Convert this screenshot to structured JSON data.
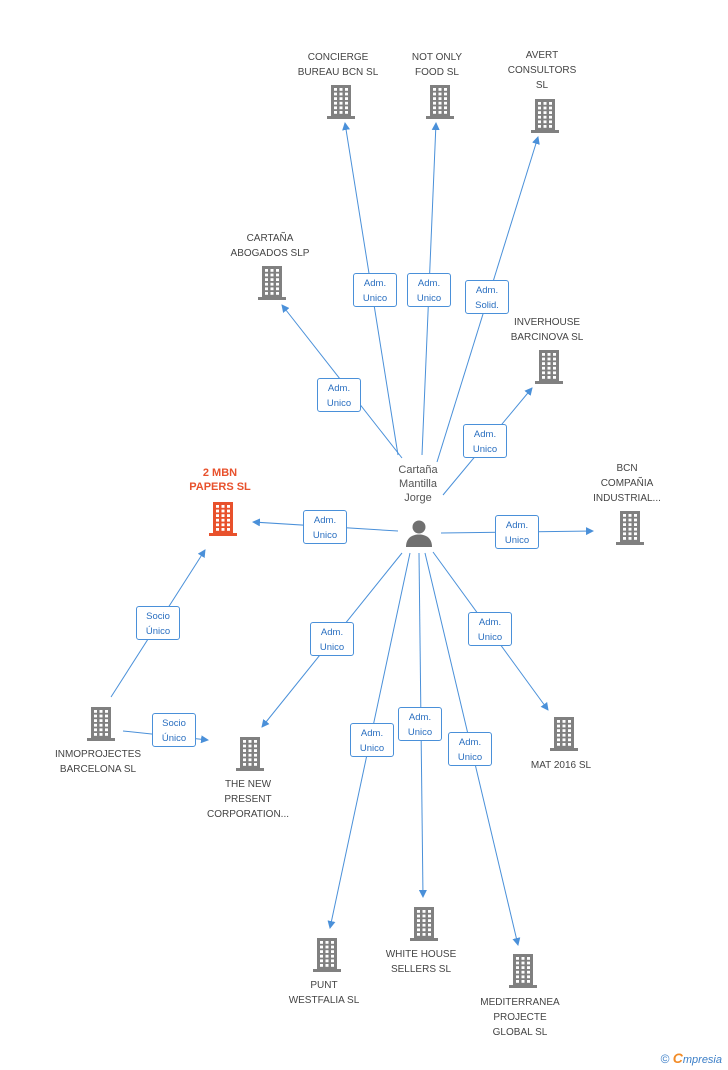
{
  "colors": {
    "edge": "#4a90d9",
    "building": "#808080",
    "focus": "#e8512c",
    "person": "#707070"
  },
  "person": {
    "id": "cartana",
    "name": "Cartaña\nMantilla\nJorge",
    "icon": "person-icon"
  },
  "nodes": [
    {
      "id": "concierge",
      "name": "CONCIERGE\nBUREAU BCN  SL"
    },
    {
      "id": "notonly",
      "name": "NOT ONLY\nFOOD  SL"
    },
    {
      "id": "avert",
      "name": "AVERT\nCONSULTORS\nSL"
    },
    {
      "id": "abogados",
      "name": "CARTAÑA\nABOGADOS  SLP"
    },
    {
      "id": "inverhouse",
      "name": "INVERHOUSE\nBARCINOVA  SL"
    },
    {
      "id": "mbn",
      "name": "2 MBN\nPAPERS SL",
      "focus": true
    },
    {
      "id": "bcn",
      "name": "BCN\nCOMPAÑIA\nINDUSTRIAL..."
    },
    {
      "id": "inmo",
      "name": "INMOPROJECTES\nBARCELONA SL"
    },
    {
      "id": "thenew",
      "name": "THE NEW\nPRESENT\nCORPORATION..."
    },
    {
      "id": "mat",
      "name": "MAT 2016  SL"
    },
    {
      "id": "punt",
      "name": "PUNT\nWESTFALIA SL"
    },
    {
      "id": "white",
      "name": "WHITE HOUSE\nSELLERS SL"
    },
    {
      "id": "medit",
      "name": "MEDITERRANEA\nPROJECTE\nGLOBAL  SL"
    }
  ],
  "edges": [
    {
      "from": "cartana",
      "to": "concierge",
      "label": "Adm.\nUnico"
    },
    {
      "from": "cartana",
      "to": "notonly",
      "label": "Adm.\nUnico"
    },
    {
      "from": "cartana",
      "to": "avert",
      "label": "Adm.\nSolid."
    },
    {
      "from": "cartana",
      "to": "abogados",
      "label": "Adm.\nUnico"
    },
    {
      "from": "cartana",
      "to": "inverhouse",
      "label": "Adm.\nUnico"
    },
    {
      "from": "cartana",
      "to": "mbn",
      "label": "Adm.\nUnico"
    },
    {
      "from": "cartana",
      "to": "bcn",
      "label": "Adm.\nUnico"
    },
    {
      "from": "cartana",
      "to": "thenew",
      "label": "Adm.\nUnico"
    },
    {
      "from": "cartana",
      "to": "mat",
      "label": "Adm.\nUnico"
    },
    {
      "from": "cartana",
      "to": "punt",
      "label": "Adm.\nUnico"
    },
    {
      "from": "cartana",
      "to": "white",
      "label": "Adm.\nUnico"
    },
    {
      "from": "cartana",
      "to": "medit",
      "label": "Adm.\nUnico"
    },
    {
      "from": "inmo",
      "to": "mbn",
      "label": "Socio\nÚnico"
    },
    {
      "from": "inmo",
      "to": "thenew",
      "label": "Socio\nÚnico"
    }
  ],
  "footer": {
    "copyright": "©",
    "brand_initial": "C",
    "brand_rest": "mpresia"
  }
}
